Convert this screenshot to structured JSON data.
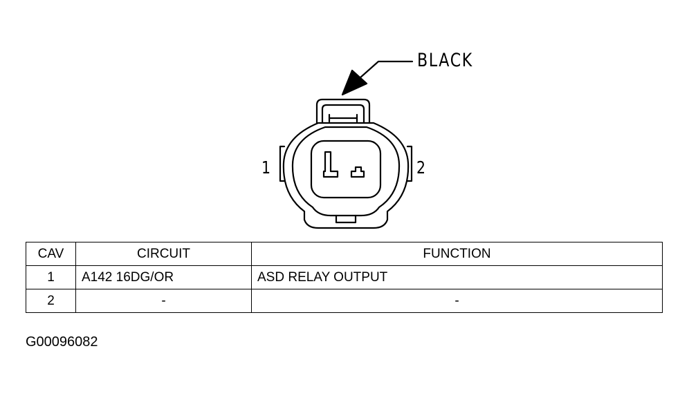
{
  "connector": {
    "color_label": "BLACK",
    "pin_labels": [
      "1",
      "2"
    ]
  },
  "table": {
    "headers": {
      "cav": "CAV",
      "circuit": "CIRCUIT",
      "function": "FUNCTION"
    },
    "rows": [
      {
        "cav": "1",
        "circuit": "A142 16DG/OR",
        "function": "ASD RELAY OUTPUT"
      },
      {
        "cav": "2",
        "circuit": "-",
        "function": "-"
      }
    ]
  },
  "figure_id": "G00096082"
}
